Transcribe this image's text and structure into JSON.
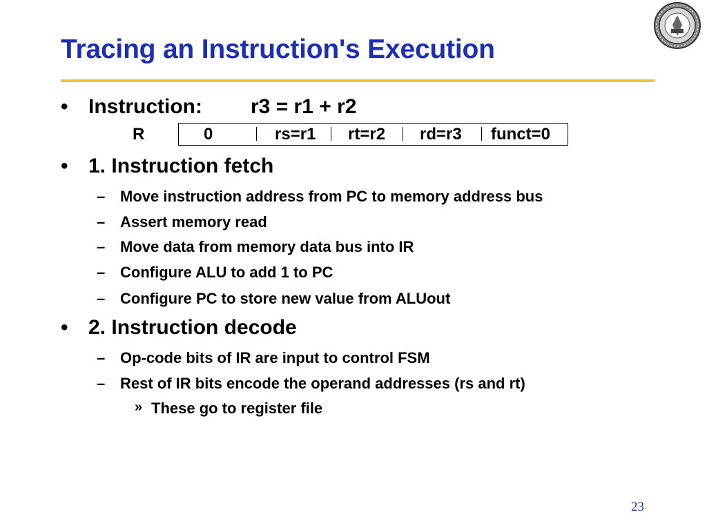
{
  "slide": {
    "title": "Tracing an Instruction's Execution",
    "page_number": "23"
  },
  "seal": {
    "icon": "university-seal-icon"
  },
  "bullets": [
    {
      "marker": "•",
      "label": "Instruction:",
      "value": "r3 = r1 + r2"
    },
    {
      "marker": "•",
      "text": "1.  Instruction fetch"
    },
    {
      "marker": "•",
      "text": "2.  Instruction decode"
    }
  ],
  "r_format": {
    "label": "R",
    "fields": [
      "0",
      "rs=r1",
      "rt=r2",
      "rd=r3",
      "funct=0"
    ]
  },
  "fetch_steps": [
    {
      "marker": "–",
      "text": "Move instruction address from PC to memory address bus"
    },
    {
      "marker": "–",
      "text": "Assert memory read"
    },
    {
      "marker": "–",
      "text": "Move data from memory data bus into IR"
    },
    {
      "marker": "–",
      "text": "Configure ALU to add 1 to PC"
    },
    {
      "marker": "–",
      "text": "Configure PC to store new value from ALUout"
    }
  ],
  "decode_steps": [
    {
      "marker": "–",
      "text": "Op-code bits of IR are input to control FSM"
    },
    {
      "marker": "–",
      "text": "Rest of IR bits encode the operand addresses (rs and rt)"
    }
  ],
  "decode_sub": [
    {
      "marker": "»",
      "text": "These go to register file"
    }
  ],
  "colors": {
    "title": "#1c2fb4",
    "rule": "#f2c230",
    "text": "#000000"
  }
}
